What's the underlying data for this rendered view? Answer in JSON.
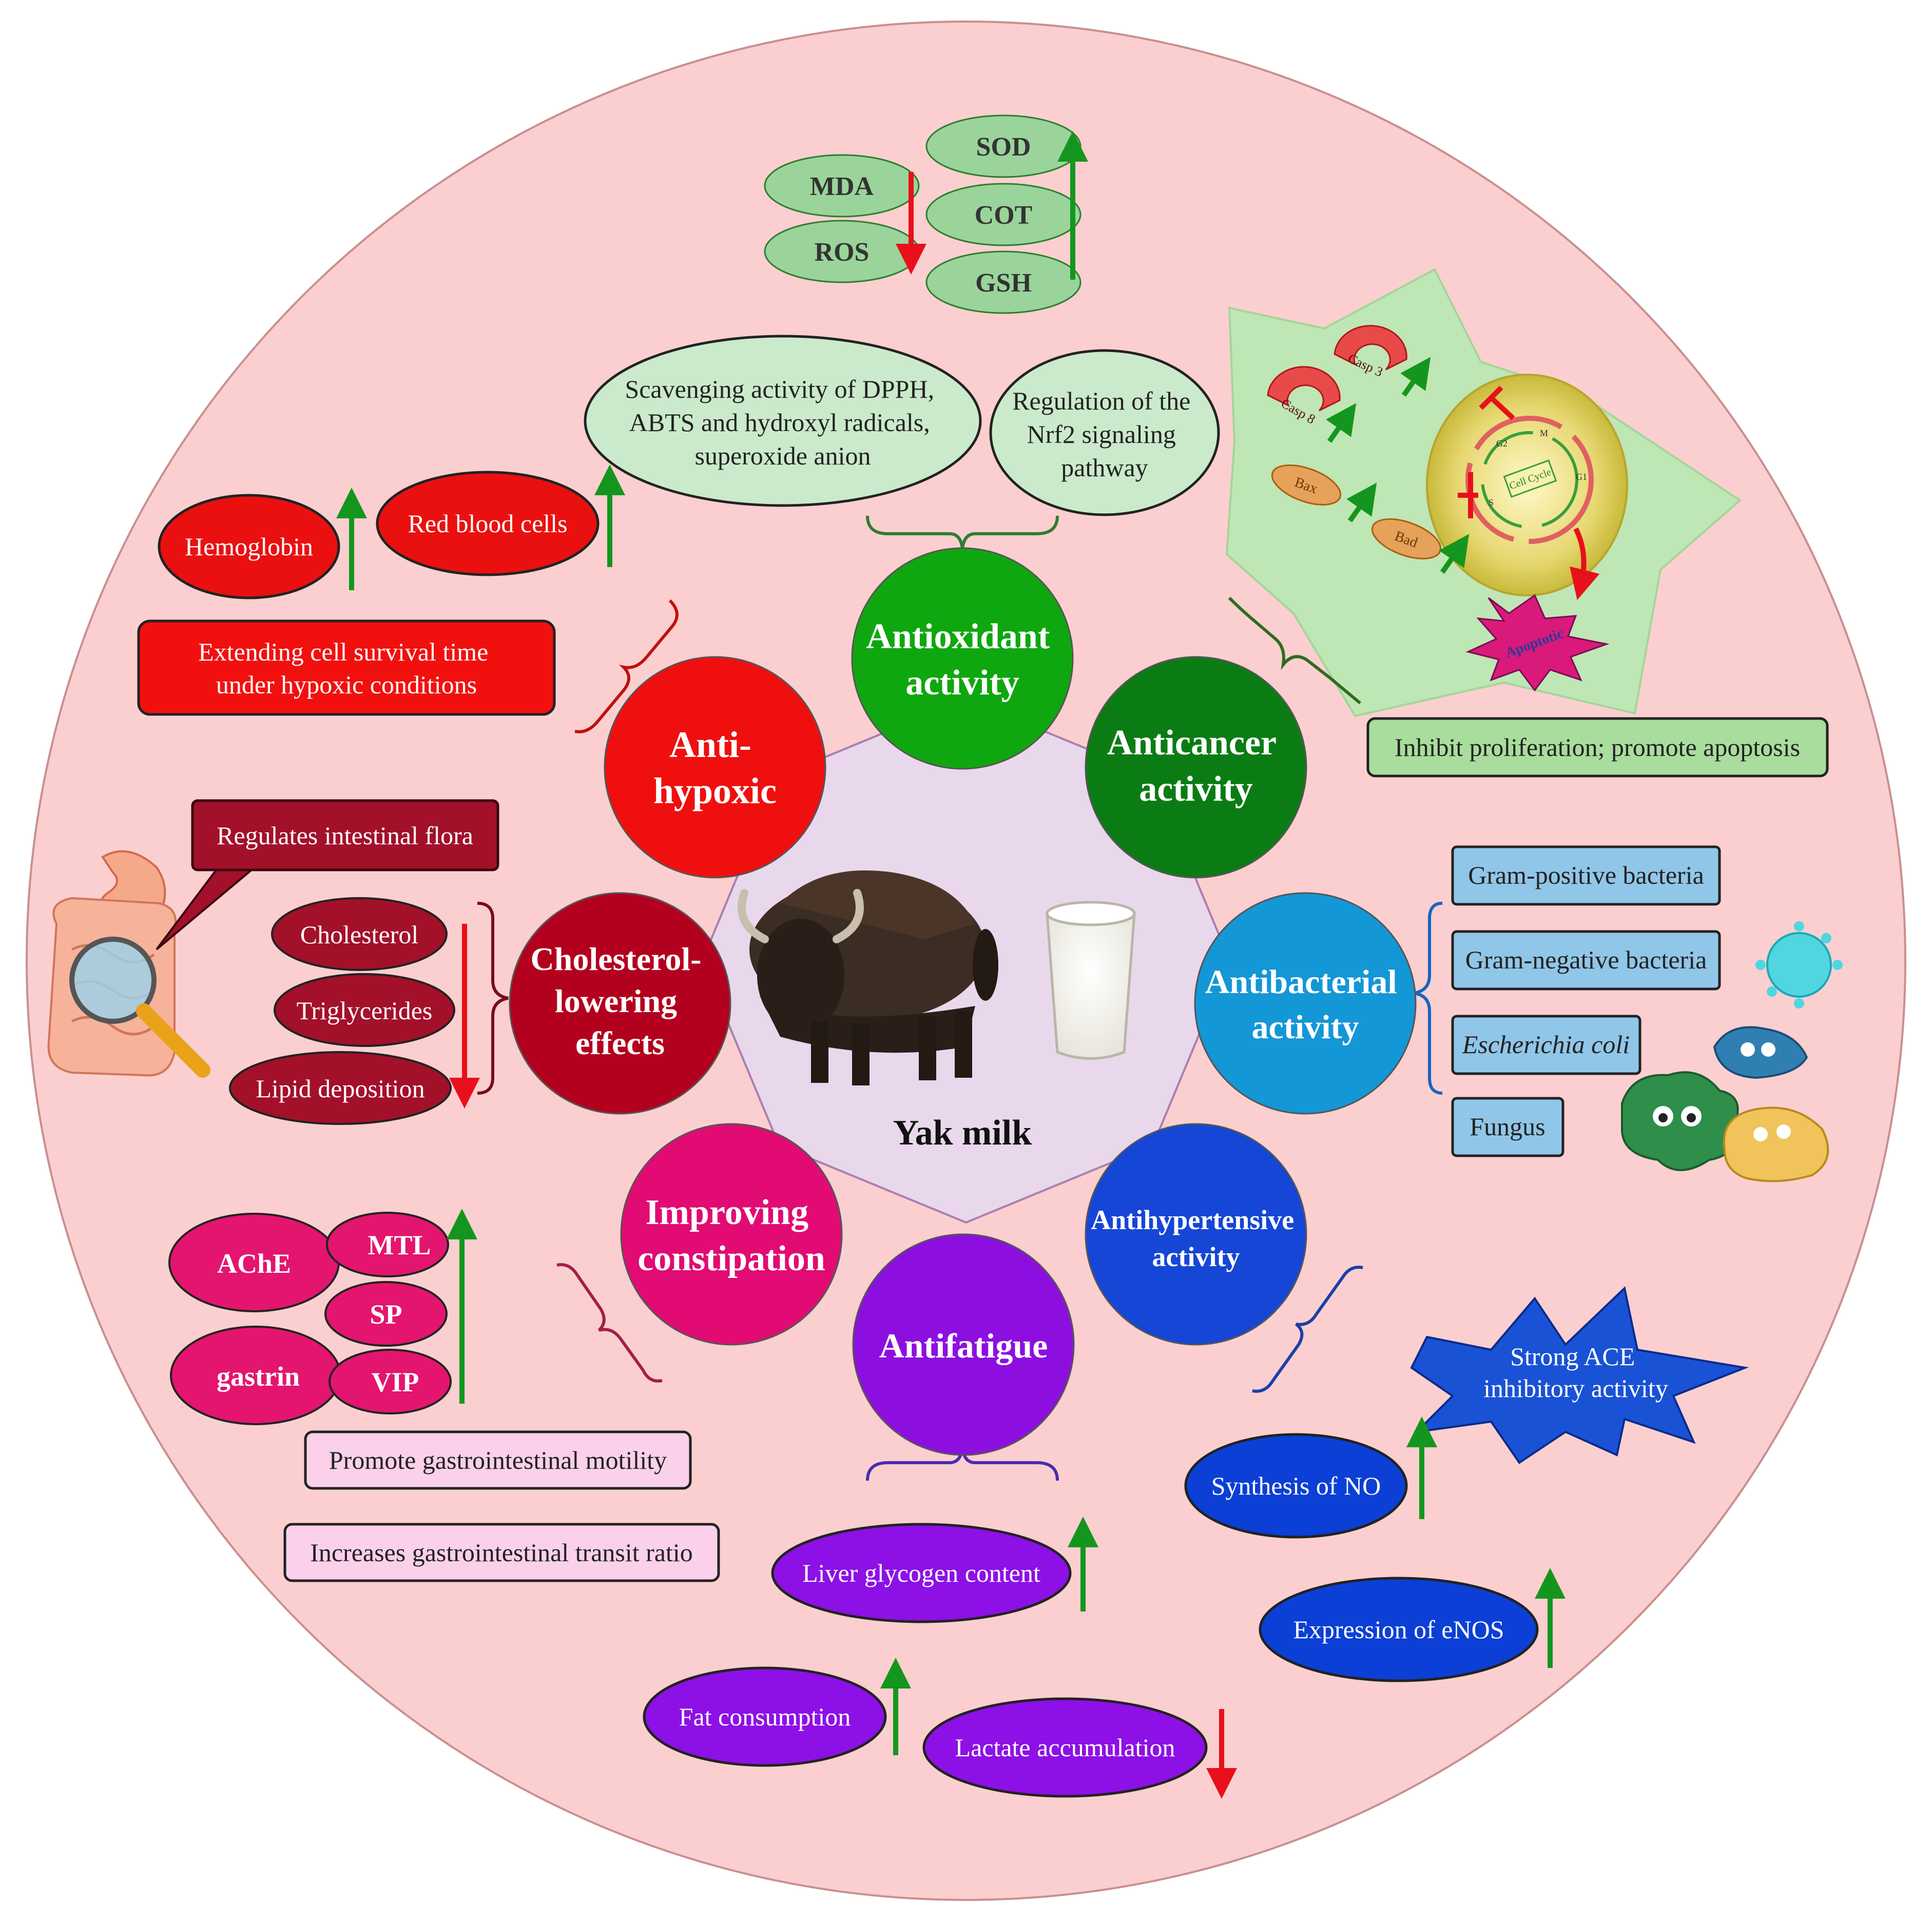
{
  "center": {
    "label": "Yak milk"
  },
  "hubs": {
    "antioxidant": {
      "line1": "Antioxidant",
      "line2": "activity",
      "color": "#0fa70f"
    },
    "anticancer": {
      "line1": "Anticancer",
      "line2": "activity",
      "color": "#0b7c14"
    },
    "antibacterial": {
      "line1": "Antibacterial",
      "line2": "activity",
      "color": "#1497d6"
    },
    "antihypertensive": {
      "line1": "Antihypertensive",
      "line2": "activity",
      "color": "#1646d6"
    },
    "antifatigue": {
      "line1": "Antifatigue",
      "color": "#8d0fe0"
    },
    "constipation": {
      "line1": "Improving",
      "line2": "constipation",
      "color": "#e10b73"
    },
    "cholesterol": {
      "line1": "Cholesterol-",
      "line2": "lowering",
      "line3": "effects",
      "color": "#b3001f"
    },
    "antihypoxic": {
      "line1": "Anti-",
      "line2": "hypoxic",
      "color": "#f00f0f"
    }
  },
  "antioxidant": {
    "markers_down": [
      "MDA",
      "ROS"
    ],
    "markers_up": [
      "SOD",
      "COT",
      "GSH"
    ],
    "scavenging": [
      "Scavenging activity of DPPH,",
      "ABTS and hydroxyl radicals,",
      "superoxide anion"
    ],
    "nrf2": [
      "Regulation of the",
      "Nrf2 signaling",
      "pathway"
    ]
  },
  "anticancer": {
    "summary": "Inhibit proliferation; promote apoptosis",
    "cell_labels": {
      "casp3": "Casp 3",
      "casp8": "Casp 8",
      "bax": "Bax",
      "bad": "Bad",
      "cell_cycle": "Cell Cycle",
      "apoptotic": "Apoptotic",
      "g2": "G2",
      "m": "M",
      "g1": "G1",
      "s": "S"
    }
  },
  "antibacterial": {
    "targets": [
      "Gram-positive bacteria",
      "Gram-negative bacteria",
      "Escherichia coli",
      "Fungus"
    ]
  },
  "antihypertensive": {
    "ace": [
      "Strong ACE",
      "inhibitory activity"
    ],
    "no": "Synthesis of NO",
    "enos": "Expression of eNOS"
  },
  "antifatigue": {
    "glycogen": "Liver glycogen content",
    "fat": "Fat consumption",
    "lactate": "Lactate accumulation"
  },
  "constipation": {
    "markers": [
      "AChE",
      "MTL",
      "SP",
      "gastrin",
      "VIP"
    ],
    "motility": "Promote gastrointestinal motility",
    "transit": "Increases gastrointestinal transit ratio"
  },
  "cholesterol": {
    "callout": "Regulates intestinal flora",
    "items": [
      "Cholesterol",
      "Triglycerides",
      "Lipid deposition"
    ]
  },
  "antihypoxic": {
    "hemoglobin": "Hemoglobin",
    "rbc": "Red blood cells",
    "survival": [
      "Extending cell survival time",
      "under hypoxic conditions"
    ]
  },
  "colors": {
    "outer_disc": "#fbcfcf",
    "inner_disc": "#e9d8ec",
    "arrow_up": "#14961e",
    "arrow_down": "#e8101a"
  }
}
